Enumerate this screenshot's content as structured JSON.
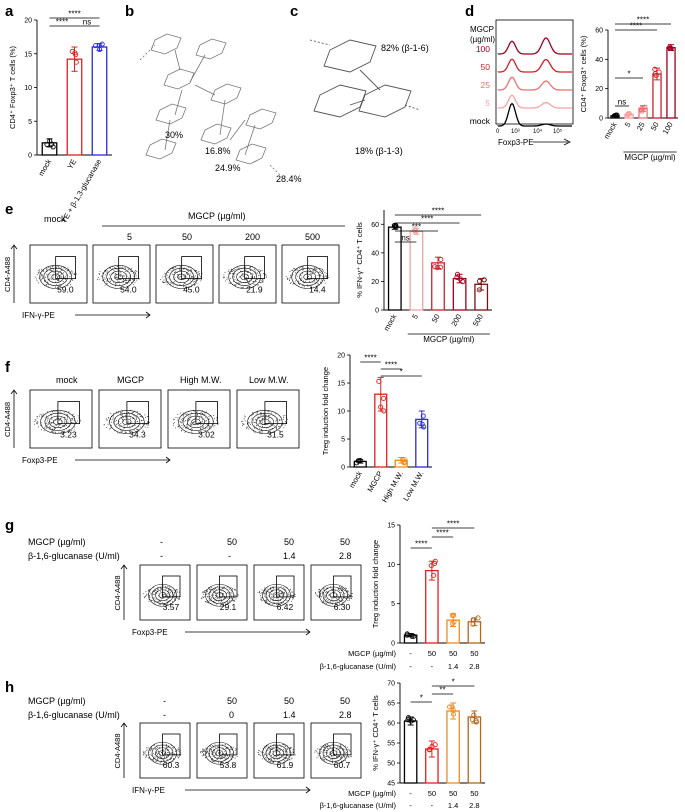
{
  "panel_letters": [
    "a",
    "b",
    "c",
    "d",
    "e",
    "f",
    "g",
    "h"
  ],
  "common": {
    "ns": "ns",
    "s1": "*",
    "s2": "**",
    "s3": "***",
    "s4": "****",
    "mgcp_ugml": "MGCP (µg/ml)",
    "mgcp_ugml_stack": [
      "MGCP",
      "(µg/ml)"
    ],
    "glucanase_uml": "β-1,6-glucanase (U/ml)",
    "cd4": "CD4-A488",
    "foxp3": "Foxp3-PE",
    "ifng": "IFN-γ-PE",
    "treg_fold": "Treg induction fold change",
    "ifng_pct": "% IFN-γ⁺ CD4⁺ T cells",
    "foxp3_pct": "CD4⁺ Foxp3⁺ cells (%)"
  },
  "panel_a": {
    "ylabel": "CD4⁺ Foxp3⁺ T cells (%)",
    "categories": [
      "mock",
      "YE",
      "YE + β-1,3-glucanase"
    ],
    "yticks": [
      "0",
      "5",
      "10",
      "15",
      "20"
    ]
  },
  "panel_b": {
    "percents": [
      "30%",
      "16.8%",
      "24.9%",
      "28.4%"
    ]
  },
  "panel_c": {
    "percents": [
      "82% (β-1-6)",
      "18% (β-1-3)"
    ]
  },
  "panel_d": {
    "hist_labels": [
      "100",
      "50",
      "25",
      "5",
      "mock"
    ],
    "hist_colors": [
      "#a0001e",
      "#d0202a",
      "#ef6f6f",
      "#f5a3a3",
      "#000000"
    ],
    "bar_categories": [
      "mock",
      "5",
      "25",
      "50",
      "100"
    ],
    "yticks": [
      "0",
      "20",
      "40",
      "60"
    ]
  },
  "panel_e": {
    "header": [
      "mock",
      "5",
      "50",
      "200",
      "500"
    ],
    "gate_values": [
      "59.0",
      "54.0",
      "45.0",
      "21.9",
      "14.4"
    ],
    "categories": [
      "mock",
      "5",
      "50",
      "200",
      "500"
    ],
    "yticks": [
      "0",
      "20",
      "40",
      "60"
    ]
  },
  "panel_f": {
    "header": [
      "mock",
      "MGCP",
      "High M.W.",
      "Low M.W."
    ],
    "gate_values": [
      "3.23",
      "34.3",
      "3.02",
      "31.5"
    ],
    "categories": [
      "mock",
      "MGCP",
      "High M.W.",
      "Low M.W."
    ],
    "yticks": [
      "0",
      "5",
      "10",
      "15",
      "20"
    ]
  },
  "panel_g": {
    "row_mgcp": [
      "-",
      "50",
      "50",
      "50"
    ],
    "row_gluc": [
      "-",
      "-",
      "1.4",
      "2.8"
    ],
    "gate_values": [
      "3.57",
      "29.1",
      "6.42",
      "6.30"
    ],
    "bar_mgcp": [
      "-",
      "50",
      "50",
      "50"
    ],
    "bar_gluc": [
      "-",
      "-",
      "1.4",
      "2.8"
    ],
    "yticks": [
      "0",
      "5",
      "10",
      "15"
    ]
  },
  "panel_h": {
    "row_mgcp": [
      "-",
      "50",
      "50",
      "50"
    ],
    "row_gluc": [
      "-",
      "0",
      "1.4",
      "2.8"
    ],
    "gate_values": [
      "60.3",
      "53.8",
      "61.9",
      "60.7"
    ],
    "bar_mgcp": [
      "-",
      "50",
      "50",
      "50"
    ],
    "bar_gluc": [
      "-",
      "-",
      "1.4",
      "2.8"
    ],
    "yticks": [
      "45",
      "50",
      "55",
      "60",
      "65",
      "70"
    ]
  },
  "chart_data": [
    {
      "panel": "a",
      "type": "bar",
      "categories": [
        "mock",
        "YE",
        "YE + β-1,3-glucanase"
      ],
      "values": [
        1.8,
        14.2,
        16.0
      ],
      "errors": [
        0.6,
        1.8,
        0.5
      ],
      "ylim": [
        0,
        20
      ],
      "ylabel": "CD4⁺ Foxp3⁺ T cells (%)",
      "colors": [
        "#000000",
        "#e0201e",
        "#2a2ad8"
      ],
      "significance": [
        "****",
        "****",
        "ns"
      ]
    },
    {
      "panel": "d",
      "type": "bar",
      "categories": [
        "mock",
        "5",
        "25",
        "50",
        "100"
      ],
      "values": [
        1.5,
        2.5,
        6.5,
        30,
        48
      ],
      "errors": [
        0.5,
        0.6,
        2,
        4,
        2
      ],
      "ylim": [
        0,
        60
      ],
      "ylabel": "CD4⁺ Foxp3⁺ cells (%)",
      "xlabel": "MGCP (µg/ml)",
      "colors": [
        "#000000",
        "#f5a3a3",
        "#ef6f6f",
        "#d0202a",
        "#a0001e"
      ],
      "significance": [
        "ns",
        "*",
        "****",
        "****"
      ]
    },
    {
      "panel": "e",
      "type": "bar",
      "categories": [
        "mock",
        "5",
        "50",
        "200",
        "500"
      ],
      "values": [
        58,
        55,
        33,
        22,
        18
      ],
      "errors": [
        1.5,
        2,
        4,
        3,
        4
      ],
      "ylim": [
        0,
        70
      ],
      "ylabel": "% IFN-γ⁺ CD4⁺ T cells",
      "xlabel": "MGCP (µg/ml)",
      "colors": [
        "#000000",
        "#f5a3a3",
        "#d0202a",
        "#a0001e",
        "#7a1010"
      ],
      "significance": [
        "ns",
        "***",
        "****",
        "****"
      ]
    },
    {
      "panel": "f",
      "type": "bar",
      "categories": [
        "mock",
        "MGCP",
        "High M.W.",
        "Low M.W."
      ],
      "values": [
        1,
        13,
        1.2,
        8.5
      ],
      "errors": [
        0.3,
        3,
        0.5,
        1.5
      ],
      "ylim": [
        0,
        20
      ],
      "ylabel": "Treg induction fold change",
      "colors": [
        "#000000",
        "#e0201e",
        "#f08a1c",
        "#2a2ad8"
      ],
      "significance": [
        "****",
        "****",
        "*"
      ]
    },
    {
      "panel": "g",
      "type": "bar",
      "categories": [
        "-/-",
        "50/-",
        "50/1.4",
        "50/2.8"
      ],
      "values": [
        1,
        9.2,
        2.9,
        2.7
      ],
      "errors": [
        0.2,
        1.2,
        0.8,
        0.5
      ],
      "ylim": [
        0,
        15
      ],
      "ylabel": "Treg induction fold change",
      "colors": [
        "#000000",
        "#e0201e",
        "#f08a1c",
        "#b5651d"
      ],
      "significance": [
        "****",
        "****",
        "****"
      ]
    },
    {
      "panel": "h",
      "type": "bar",
      "categories": [
        "-/-",
        "50/-",
        "50/1.4",
        "50/2.8"
      ],
      "values": [
        60.5,
        53.5,
        63,
        61.5
      ],
      "errors": [
        1,
        2,
        2,
        1.5
      ],
      "ylim": [
        45,
        70
      ],
      "ylabel": "% IFN-γ⁺ CD4⁺ T cells",
      "colors": [
        "#000000",
        "#e0201e",
        "#f08a1c",
        "#b5651d"
      ],
      "significance": [
        "*",
        "**",
        "*"
      ]
    }
  ]
}
